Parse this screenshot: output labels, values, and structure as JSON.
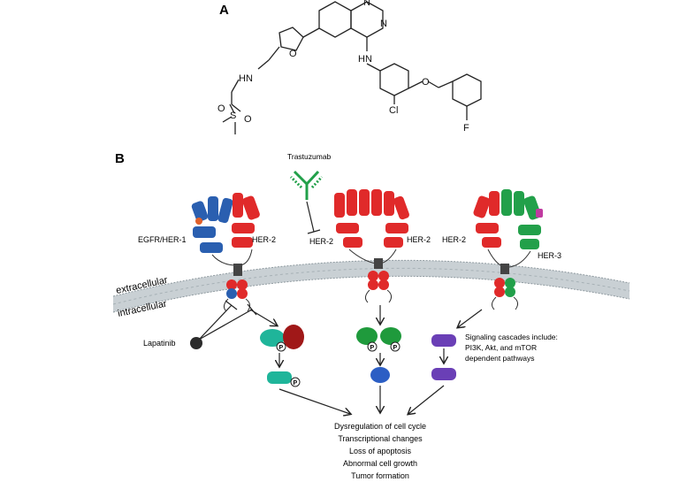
{
  "panel_a": {
    "label": "A",
    "atoms": {
      "n_top": "N",
      "n_right": "N",
      "o_furan": "O",
      "hn_amine": "HN",
      "hn_aniline": "HN",
      "s": "S",
      "o_s1": "O",
      "o_s2": "O",
      "o_ether": "O",
      "cl": "Cl",
      "f": "F"
    }
  },
  "panel_b": {
    "label": "B",
    "trastuzumab": "Trastuzumab",
    "receptor_labels": {
      "egfr": "EGFR/HER-1",
      "her2_left": "HER-2",
      "her2_mid_left": "HER-2",
      "her2_mid_right": "HER-2",
      "her2_right": "HER-2",
      "her3": "HER-3"
    },
    "membrane": {
      "extracellular": "extracellular",
      "intracellular": "intracellular"
    },
    "lapatinib": "Lapatinib",
    "phospho": "P",
    "signaling_note": [
      "Signaling cascades include:",
      "PI3K, Akt, and mTOR",
      "dependent pathways"
    ],
    "outcomes": [
      "Dysregulation of cell cycle",
      "Transcriptional changes",
      "Loss of apoptosis",
      "Abnormal cell growth",
      "Tumor formation"
    ]
  },
  "colors": {
    "her2_red": "#e02a2a",
    "egfr_blue": "#2a5fb0",
    "her3_green": "#22a04a",
    "teal": "#1fb59a",
    "dark_red": "#a01818",
    "green_pathway": "#1f9a3c",
    "blue_pathway": "#2c5ec4",
    "purple": "#6a3fb6",
    "membrane": "#b8c2c8"
  }
}
